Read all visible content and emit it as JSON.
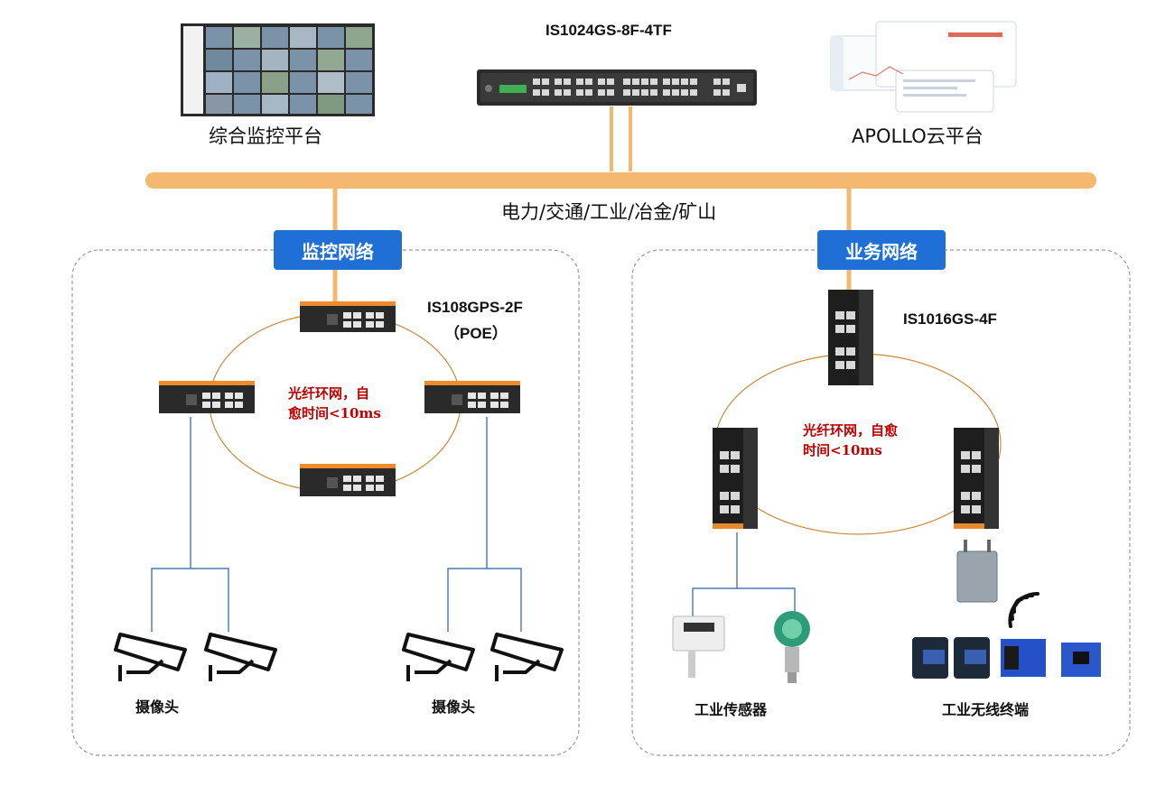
{
  "core_switch": {
    "model": "IS1024GS-8F-4TF"
  },
  "platforms": {
    "monitor_platform": "综合监控平台",
    "cloud_platform": "APOLLO云平台"
  },
  "backbone": {
    "industries": "电力/交通/工业/冶金/矿山"
  },
  "left_zone": {
    "tag": "监控网络",
    "switch_model": "IS108GPS-2F",
    "switch_model_note": "（POE）",
    "ring_text_line1": "光纤环网，自",
    "ring_text_line2": "愈时间<10ms",
    "camera_label_1": "摄像头",
    "camera_label_2": "摄像头"
  },
  "right_zone": {
    "tag": "业务网络",
    "switch_model": "IS1016GS-4F",
    "ring_text_line1": "光纤环网，自愈",
    "ring_text_line2": "时间<10ms",
    "sensor_label": "工业传感器",
    "wireless_label": "工业无线终端"
  },
  "colors": {
    "backbone": "#f5b870",
    "tag_bg": "#1f6fd6",
    "ring": "#c88a3a",
    "drop_line": "#2a5db0",
    "ring_text": "#c00000"
  }
}
